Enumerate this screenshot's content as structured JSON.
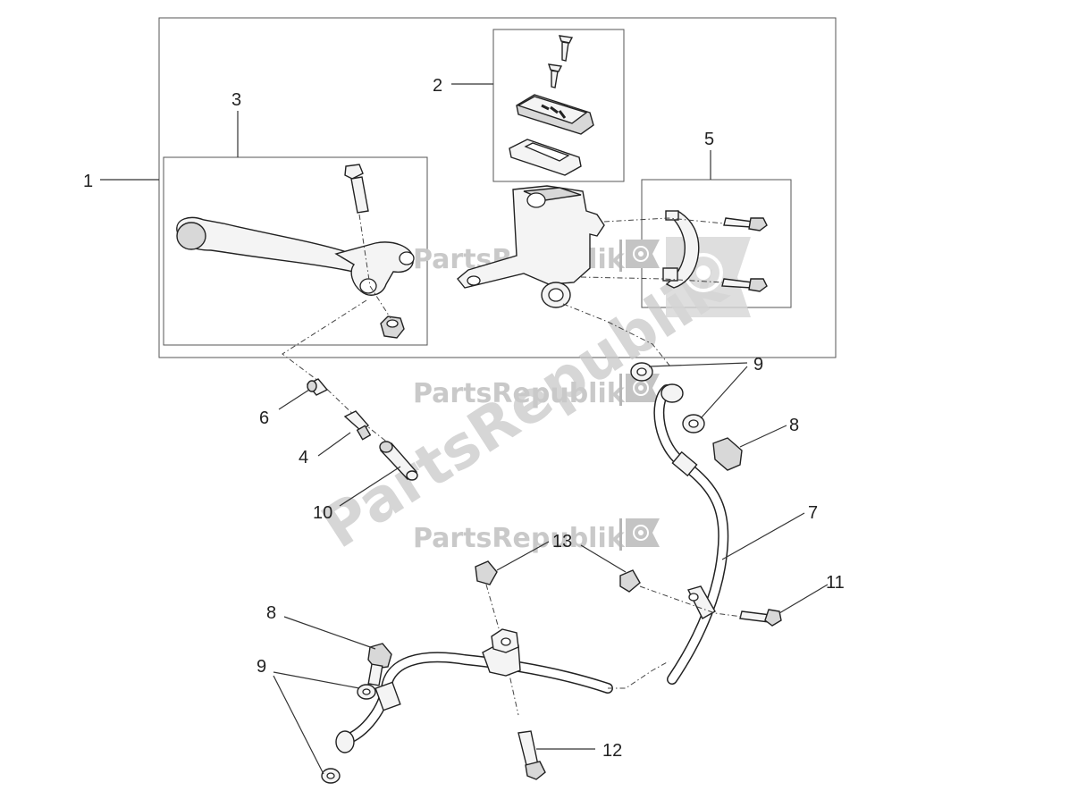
{
  "watermarks": {
    "brand_small_1": "PartsRepublik",
    "brand_small_2": "PartsRepublik",
    "brand_small_3": "PartsRepublik",
    "brand_large": "PartsRepublik"
  },
  "callouts": {
    "c1": "1",
    "c2": "2",
    "c3": "3",
    "c4": "4",
    "c5": "5",
    "c6": "6",
    "c7": "7",
    "c8a": "8",
    "c8b": "8",
    "c9a": "9",
    "c9b": "9",
    "c10": "10",
    "c11": "11",
    "c12": "12",
    "c13": "13"
  }
}
